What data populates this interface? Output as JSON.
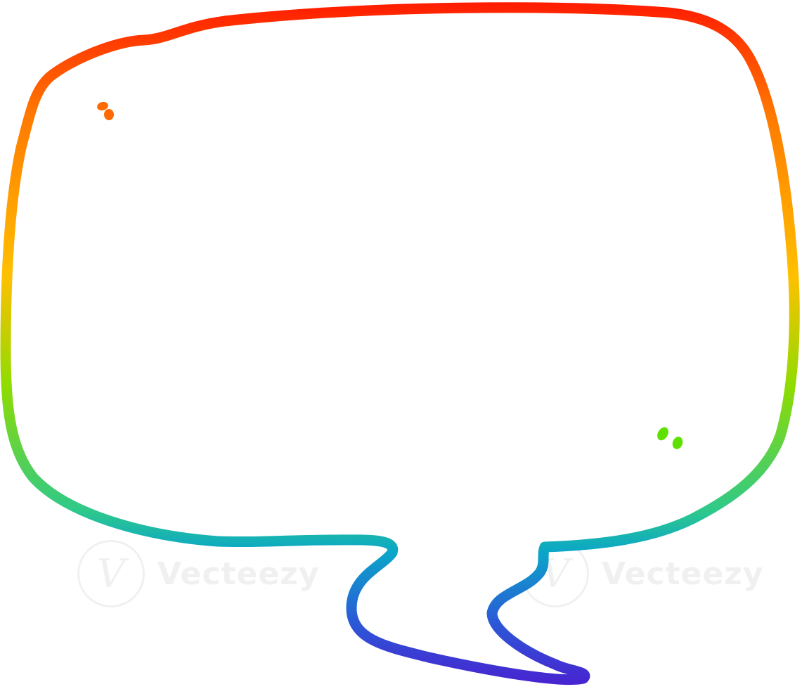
{
  "watermark": {
    "logo_glyph": "V",
    "text": "Vecteezy"
  },
  "bubble": {
    "shape": "rounded rectangular speech bubble with zig-zag tail",
    "stroke_gradient": [
      "#ff1a00",
      "#ff7a00",
      "#ffc000",
      "#8fdc00",
      "#2fc98a",
      "#0aa7c8",
      "#2a5bd7",
      "#4a1fd0"
    ],
    "fill": "#ffffff"
  },
  "marks": {
    "top_left_color": "#ff6a00",
    "bottom_right_color": "#5ee000"
  }
}
